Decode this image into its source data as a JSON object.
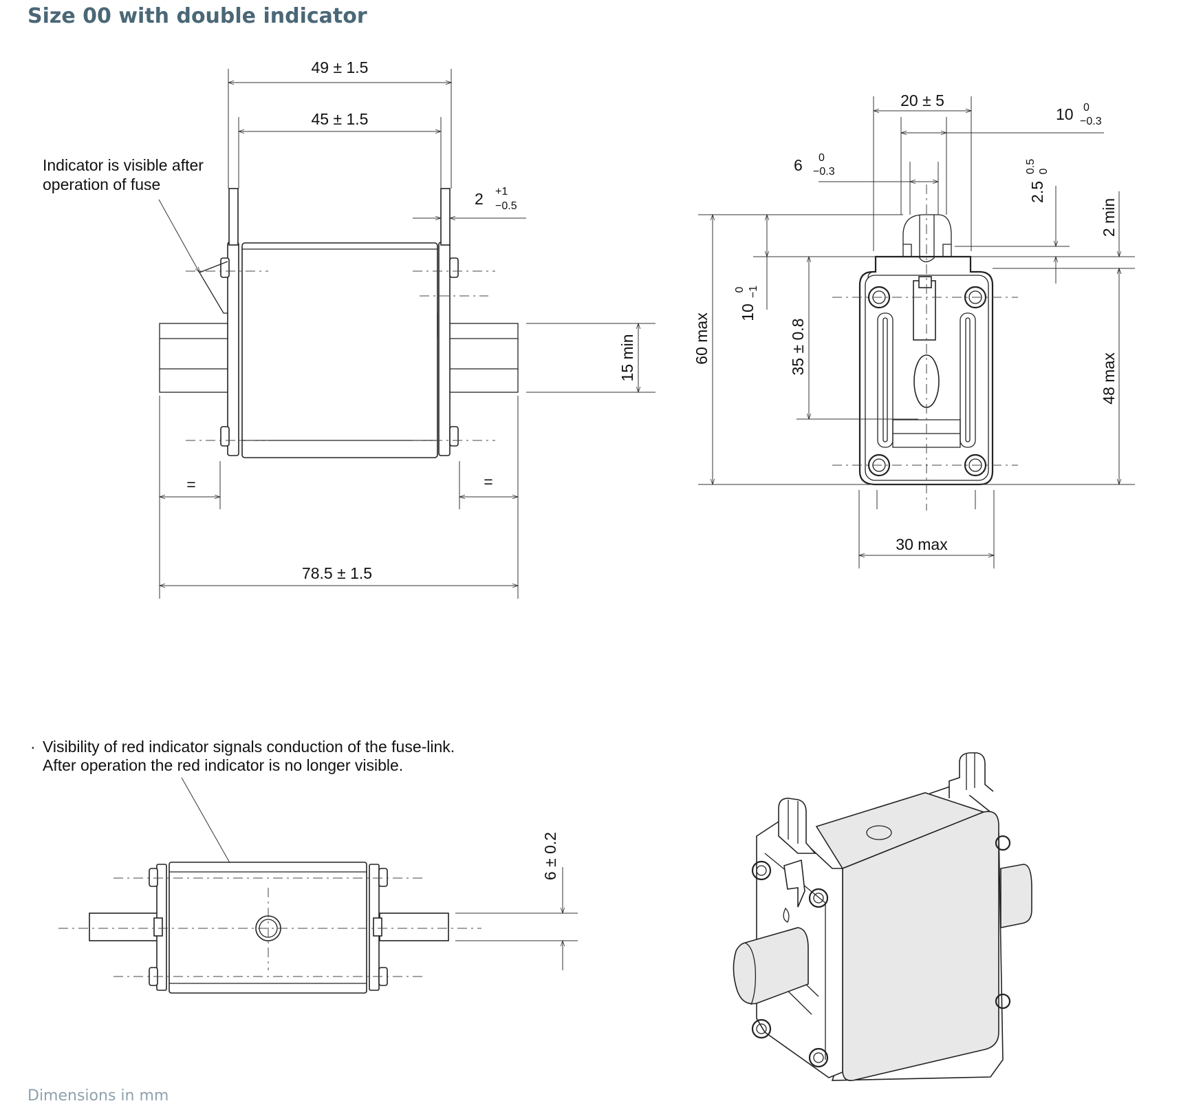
{
  "title": "Size 00 with double indicator",
  "footnote": "Dimensions in mm",
  "front_view": {
    "dim_overall_contacts": "49 ± 1.5",
    "dim_inner_contacts": "45 ± 1.5",
    "indicator_note_line1": "Indicator is visible after",
    "indicator_note_line2": "operation of fuse",
    "dim_tag_thickness": "2",
    "dim_tag_thickness_upper": "+1",
    "dim_tag_thickness_lower": "−0.5",
    "dim_blade_height": "15 min",
    "equal_left": "=",
    "equal_right": "=",
    "dim_overall_length": "78.5 ± 1.5"
  },
  "side_view": {
    "dim_tag_spacing": "20 ± 5",
    "dim_slot": "10",
    "dim_slot_upper": "0",
    "dim_slot_lower": "−0.3",
    "dim_tag_width": "6",
    "dim_tag_width_upper": "0",
    "dim_tag_width_lower": "−0.3",
    "dim_step": "2.5",
    "dim_step_upper": "0.5",
    "dim_step_lower": "0",
    "dim_min_clearance": "2 min",
    "dim_tag_height": "10",
    "dim_tag_height_upper": "0",
    "dim_tag_height_lower": "−1",
    "dim_overall_height": "60 max",
    "dim_indicator_height": "35 ± 0.8",
    "dim_body_height": "48 max",
    "dim_width": "30 max"
  },
  "top_view": {
    "bullet": "·",
    "red_indicator_note_line1": "Visibility of red indicator signals conduction of the fuse-link.",
    "red_indicator_note_line2": "After operation the red indicator is no longer visible.",
    "dim_blade_thickness": "6 ± 0.2"
  }
}
